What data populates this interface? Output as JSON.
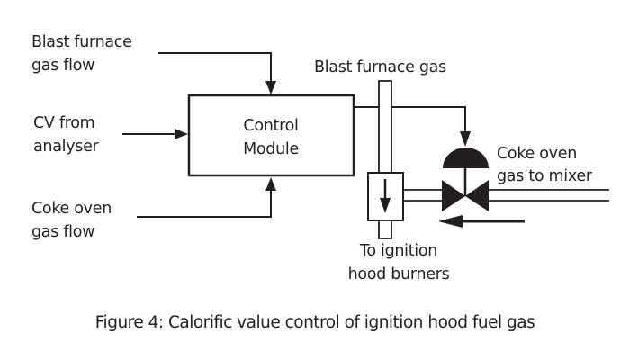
{
  "diagram": {
    "colors": {
      "ink": "#231f20",
      "background": "#ffffff"
    },
    "inputs": {
      "blast_furnace_flow": {
        "line1": "Blast furnace",
        "line2": "gas flow"
      },
      "cv_from_analyser": {
        "line1": "CV from",
        "line2": "analyser"
      },
      "coke_oven_flow": {
        "line1": "Coke oven",
        "line2": "gas flow"
      }
    },
    "control_module": {
      "line1": "Control",
      "line2": "Module"
    },
    "blast_furnace_gas_label": "Blast furnace gas",
    "coke_oven_to_mixer": {
      "line1": "Coke oven",
      "line2": "gas to mixer"
    },
    "to_ignition": {
      "line1": "To ignition",
      "line2": "hood burners"
    },
    "caption": "Figure 4: Calorific value control of ignition hood fuel gas"
  }
}
